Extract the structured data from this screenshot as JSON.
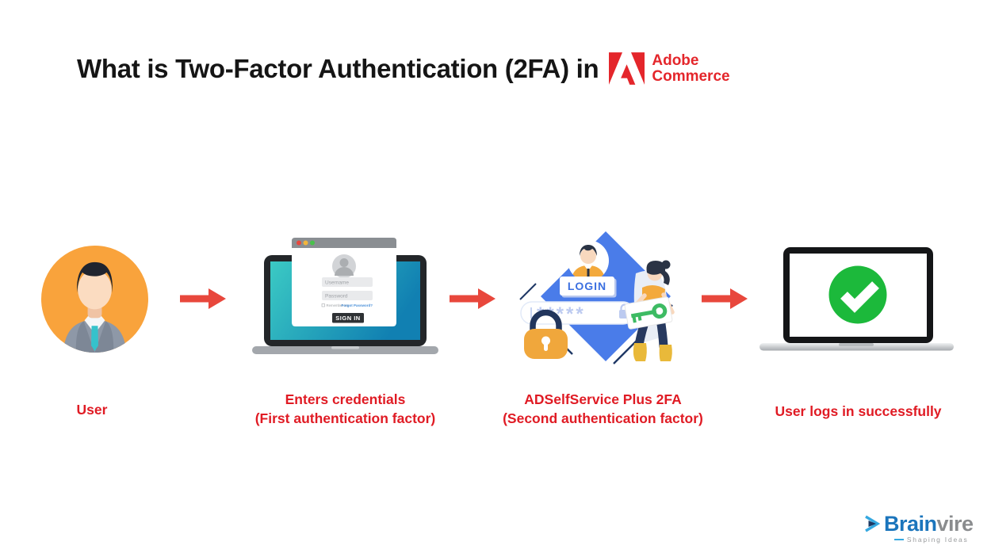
{
  "title": "What is Two-Factor Authentication (2FA) in",
  "adobe": {
    "line1": "Adobe",
    "line2": "Commerce"
  },
  "steps": [
    {
      "caption": [
        "User"
      ]
    },
    {
      "caption": [
        "Enters credentials",
        "(First authentication factor)"
      ]
    },
    {
      "caption": [
        "ADSelfService Plus 2FA",
        "(Second authentication factor)"
      ]
    },
    {
      "caption": [
        "User logs in successfully"
      ]
    }
  ],
  "login_window": {
    "username_placeholder": "Username",
    "password_placeholder": "Password",
    "remember_me": "Remember me",
    "forgot_password": "Forgot Password?",
    "sign_in": "SIGN IN"
  },
  "twofa_panel": {
    "login_label": "LOGIN",
    "password_mask": "*****"
  },
  "footer": {
    "brand_blue": "Brain",
    "brand_gray": "vire",
    "tagline": "Shaping Ideas"
  },
  "icons": [
    "adobe-logo",
    "flow-arrow",
    "padlock-icon",
    "key-icon",
    "check-icon",
    "brainvire-chevron-icon",
    "window-control-dots",
    "avatar-icon"
  ],
  "colors": {
    "caption_red": "#E01B24",
    "arrow_red": "#E8473C",
    "adobe_red": "#E4262B",
    "avatar_orange": "#F9A33C",
    "diamond_blue": "#4A7CE9",
    "navy": "#21355C",
    "success_green": "#1CB93B",
    "screen_teal": "#3BCAC4",
    "screen_blue": "#1180B2",
    "brand_blue": "#1B75BC",
    "brand_gray": "#8A8C8E"
  }
}
